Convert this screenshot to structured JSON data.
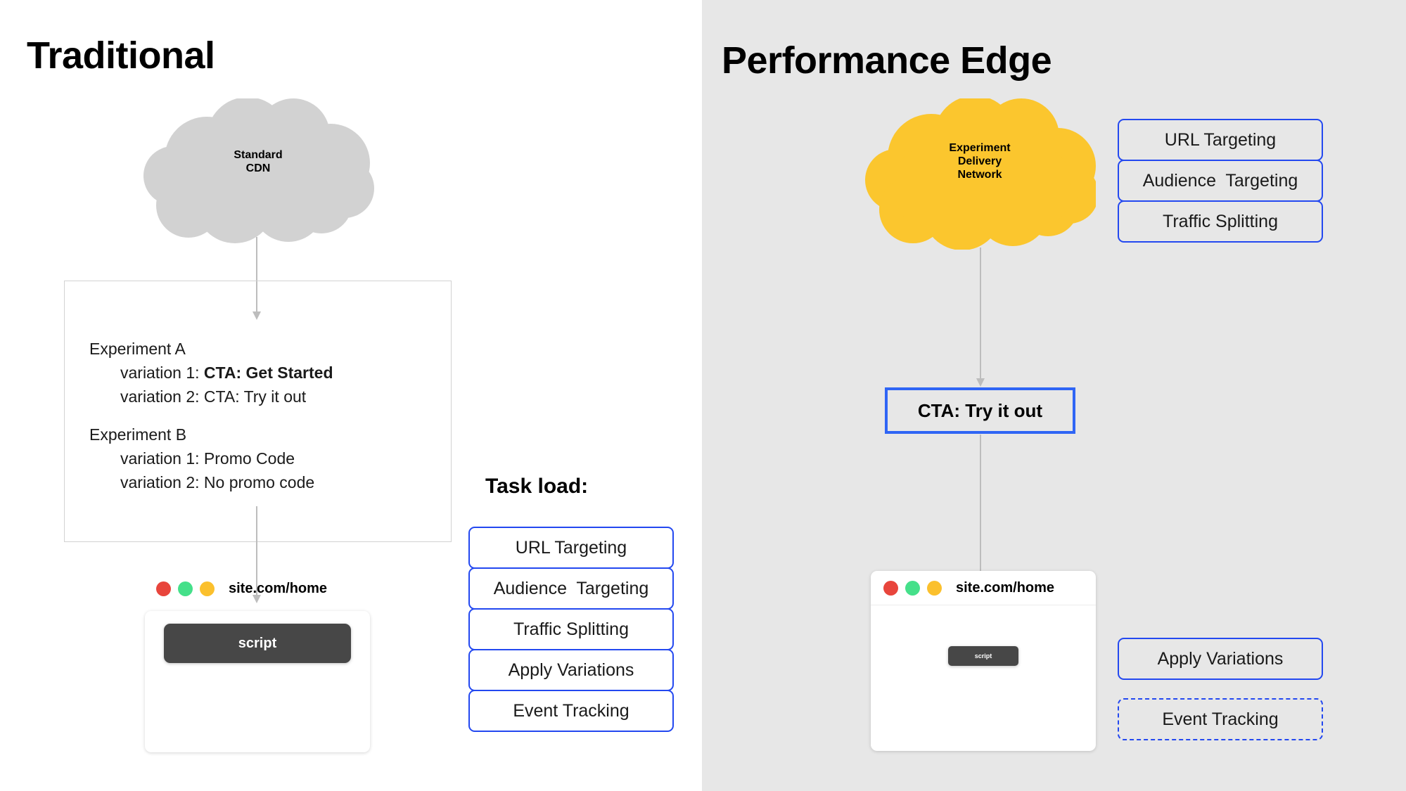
{
  "colors": {
    "left_bg": "#ffffff",
    "right_bg": "#e7e7e7",
    "cloud_grey": "#d2d2d2",
    "cloud_yellow": "#fbc62e",
    "chip_border_blue": "#2348f0",
    "cta_border_blue": "#2f65f5",
    "script_chip": "#474747",
    "connector_grey": "#bdbdbd",
    "text": "#1a1a1a"
  },
  "left_panel": {
    "title": "Traditional",
    "cloud": {
      "name": "standard-cdn-cloud",
      "label": "Standard\nCDN",
      "fill": "#d2d2d2"
    },
    "experiments": [
      {
        "name": "Experiment A",
        "variations": [
          {
            "prefix": "variation 1: ",
            "value": "CTA: Get Started",
            "bold": true
          },
          {
            "prefix": "variation 2: ",
            "value": "CTA: Try it out",
            "bold": false
          }
        ]
      },
      {
        "name": "Experiment B",
        "variations": [
          {
            "prefix": "variation 1: ",
            "value": "Promo Code",
            "bold": false
          },
          {
            "prefix": "variation 2: ",
            "value": "No promo code",
            "bold": false
          }
        ]
      }
    ],
    "browser": {
      "url": "site.com/home",
      "traffic_dots": [
        "red",
        "green",
        "yellow"
      ],
      "script_label": "script"
    }
  },
  "task_load": {
    "heading": "Task load:",
    "items": [
      "URL Targeting",
      "Audience  Targeting",
      "Traffic Splitting",
      "Apply Variations",
      "Event Tracking"
    ]
  },
  "right_panel": {
    "title": "Performance Edge",
    "cloud": {
      "name": "experiment-delivery-network-cloud",
      "label": "Experiment\nDelivery\nNetwork",
      "fill": "#fbc62e"
    },
    "edge_tasks_top": [
      "URL Targeting",
      "Audience  Targeting",
      "Traffic Splitting"
    ],
    "cta": {
      "label": "CTA: Try it out"
    },
    "browser": {
      "url": "site.com/home",
      "traffic_dots": [
        "red",
        "green",
        "yellow"
      ],
      "script_label": "script"
    },
    "edge_tasks_bottom": [
      {
        "label": "Apply Variations",
        "style": "solid"
      },
      {
        "label": "Event Tracking",
        "style": "dashed"
      }
    ]
  }
}
